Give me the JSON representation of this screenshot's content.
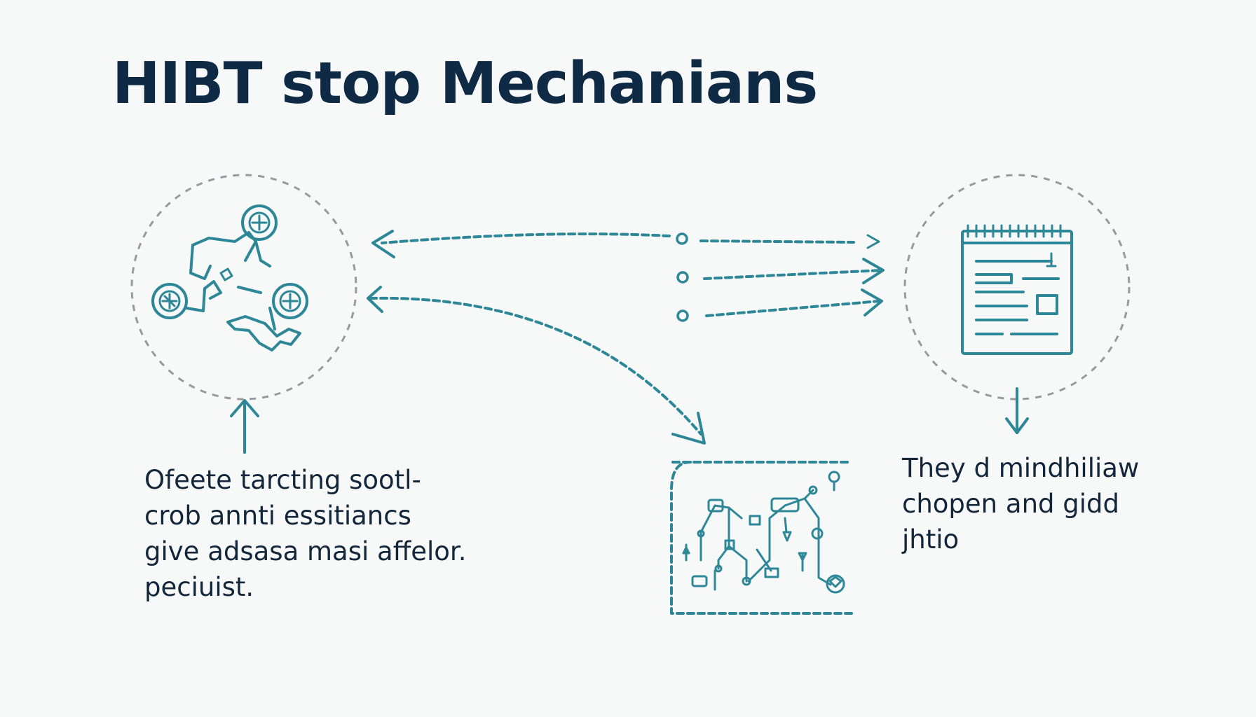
{
  "title": "HIBT stop Mechanians",
  "nodes": [
    {
      "id": "left",
      "icon": "mechanism-gears-icon"
    },
    {
      "id": "right",
      "icon": "document-calendar-icon"
    },
    {
      "id": "bottom",
      "icon": "network-map-icon"
    }
  ],
  "captions": {
    "left": [
      "Ofeete tarcting sootl-",
      "crob annti essitiancs",
      "give adsasa masi affelor.",
      "peciuist."
    ],
    "right": [
      "They d mindhiliaw",
      "chopen and gidd",
      "jhtio"
    ]
  },
  "colors": {
    "accent": "#2e8797",
    "title": "#0f2a44",
    "ring": "#9a9a9e",
    "background": "#f7f8f8"
  }
}
